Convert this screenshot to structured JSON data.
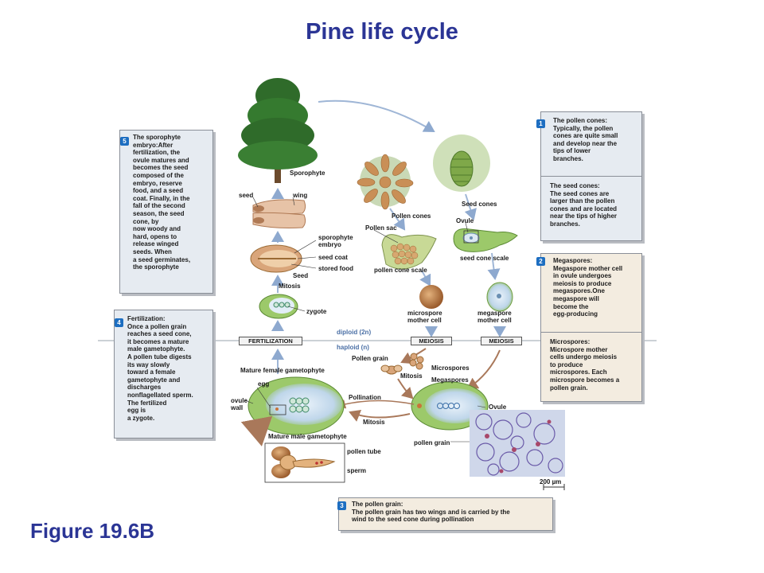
{
  "title": "Pine life cycle",
  "figure_label": "Figure 19.6B",
  "steps": {
    "s1": {
      "number": "1",
      "text": "The pollen cones:\nTypically, the pollen\ncones are quite small\nand develop near the\ntips of lower\nbranches."
    },
    "s1b": {
      "text": "The seed cones:\nThe seed cones are\nlarger than the pollen\ncones and are located\nnear the tips of higher\nbranches."
    },
    "s2": {
      "number": "2",
      "text": "Megaspores:\nMegaspore mother cell\nin ovule undergoes\nmeiosis to produce\nmegaspores.One\nmegaspore will\nbecome the\negg-producing"
    },
    "s2b": {
      "text": "Microspores:\nMicrospore mother\ncells undergo meiosis\nto produce\nmicrospores. Each\nmicrospore becomes a\npollen grain."
    },
    "s3": {
      "number": "3",
      "text": "The pollen grain:\nThe pollen grain has two wings and is carried by the\nwind to the seed cone during pollination"
    },
    "s4": {
      "number": "4",
      "text": "Fertilization:\nOnce a pollen grain\nreaches a seed cone,\nit becomes a mature\nmale gametophyte.\nA pollen tube digests\nits way slowly\ntoward a female\ngametophyte and\ndischarges\nnonflagellated sperm.\nThe fertilized\negg is\na zygote."
    },
    "s5": {
      "number": "5",
      "text": "The sporophyte\nembryo:After\nfertilization, the\novule matures and\nbecomes the seed\ncomposed of the\nembryo, reserve\nfood, and a seed\ncoat. Finally, in the\nfall of the second\nseason, the seed\ncone, by\nnow woody and\nhard, opens to\nrelease winged\nseeds. When\na seed germinates,\nthe sporophyte"
    }
  },
  "labels": {
    "sporophyte": "Sporophyte",
    "seed": "seed",
    "wing": "wing",
    "sporophyte_embryo": "sporophyte\nembryo",
    "seed_coat": "seed coat",
    "stored_food": "stored food",
    "seed2": "Seed",
    "mitosis1": "Mitosis",
    "zygote": "zygote",
    "pollen_cones": "Pollen cones",
    "pollen_sac": "Pollen sac",
    "pollen_cone_scale": "pollen cone scale",
    "seed_cones": "Seed cones",
    "ovule1": "Ovule",
    "seed_cone_scale": "seed cone scale",
    "microspore_mother_cell": "microspore\nmother cell",
    "megaspore_mother_cell": "megaspore\nmother cell",
    "diploid": "diploid (2n)",
    "haploid": "haploid (n)",
    "fertilization": "FERTILIZATION",
    "meiosis1": "MEIOSIS",
    "meiosis2": "MEIOSIS",
    "pollen_grain": "Pollen grain",
    "microspores": "Microspores",
    "mitosis2": "Mitosis",
    "megaspores": "Megaspores",
    "mature_female": "Mature female gametophyte",
    "egg": "egg",
    "ovule_wall": "ovule\nwall",
    "pollination": "Pollination",
    "ovule2": "Ovule",
    "mitosis3": "Mitosis",
    "mature_male": "Mature male gametophyte",
    "pollen_grain2": "pollen grain",
    "pollen_tube": "pollen tube",
    "sperm": "sperm",
    "scale_bar": "200 µm"
  },
  "colors": {
    "title": "#2b3595",
    "badge": "#1d6ec1",
    "arrow": "#9fb6d6",
    "arrow_brown": "#b08060",
    "tree": "#2f6b2a",
    "seed_tan": "#d9a57a",
    "ovule_green": "#9cc96a"
  }
}
